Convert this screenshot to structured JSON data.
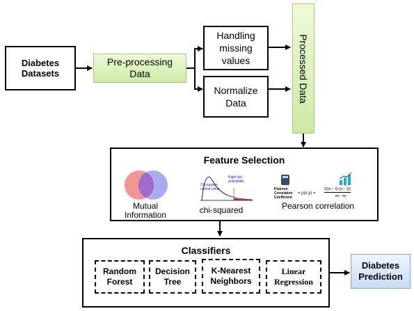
{
  "nodes": {
    "diabetes_datasets": "Diabetes\nDatasets",
    "preprocessing": "Pre-processing\nData",
    "handling_missing": "Handling\nmissing\nvalues",
    "normalize": "Normalize\nData",
    "processed_data": "Processed Data",
    "prediction": "Diabetes\nPrediction"
  },
  "feature_selection": {
    "title": "Feature Selection",
    "methods": [
      {
        "label": "Mutual\nInformation",
        "icon": "venn-diagram-icon"
      },
      {
        "label": "chi-squared",
        "icon": "chi-squared-distribution-icon"
      },
      {
        "label": "Pearson correlation",
        "icon": "pearson-formula-icon"
      }
    ],
    "chi_annotations": {
      "left": "Chi-square\ncritical value",
      "right": "Right-tail\nprobability"
    },
    "pearson_formula": {
      "name": "Pearson\nCorrelation\nCoefficient",
      "lhs": "= ρ(x,y) =",
      "numerator": "Σ[(xi − x̄)·(yi − ȳ)]",
      "denominator": "σx · σy"
    }
  },
  "classifiers": {
    "title": "Classifiers",
    "items": [
      "Random\nForest",
      "Decision\nTree",
      "K-Nearest\nNeighbors",
      "Linear\nRegression"
    ]
  },
  "colors": {
    "green_box": "#d9f1b8",
    "blue_box": "#d3e3f8",
    "venn_left": "#f08a8a",
    "venn_right": "#8f8ff0",
    "chi_fill": "#9b2b2b"
  }
}
